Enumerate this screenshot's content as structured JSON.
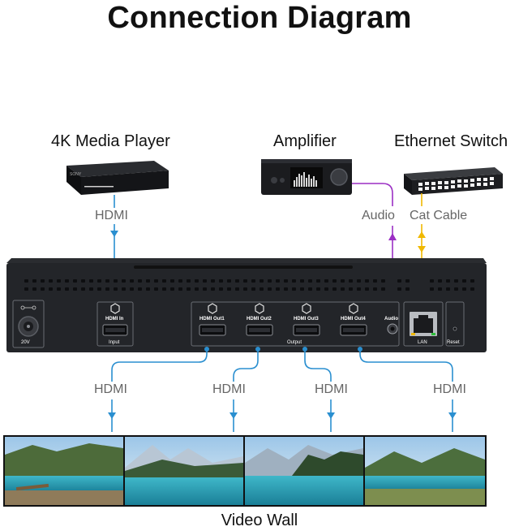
{
  "title": "Connection Diagram",
  "devices": {
    "media_player": "4K Media Player",
    "amplifier": "Amplifier",
    "ethernet_switch": "Ethernet Switch",
    "video_wall": "Video Wall"
  },
  "links": {
    "input_hdmi": "HDMI",
    "audio": "Audio",
    "cat_cable": "Cat Cable",
    "out_hdmi_1": "HDMI",
    "out_hdmi_2": "HDMI",
    "out_hdmi_3": "HDMI",
    "out_hdmi_4": "HDMI"
  },
  "panel": {
    "power": "20V",
    "hdmi_in": "HDMI In",
    "input": "Input",
    "out1": "HDMI Out1",
    "out2": "HDMI Out2",
    "out3": "HDMI Out3",
    "out4": "HDMI Out4",
    "output": "Output",
    "audio": "Audio",
    "lan": "LAN",
    "reset": "Reset",
    "brand_mark": "SONY"
  },
  "colors": {
    "hdmi_line": "#2a8fd0",
    "audio_line": "#9b2fc4",
    "cat_line": "#f0b800",
    "device_body": "#1e2024"
  }
}
